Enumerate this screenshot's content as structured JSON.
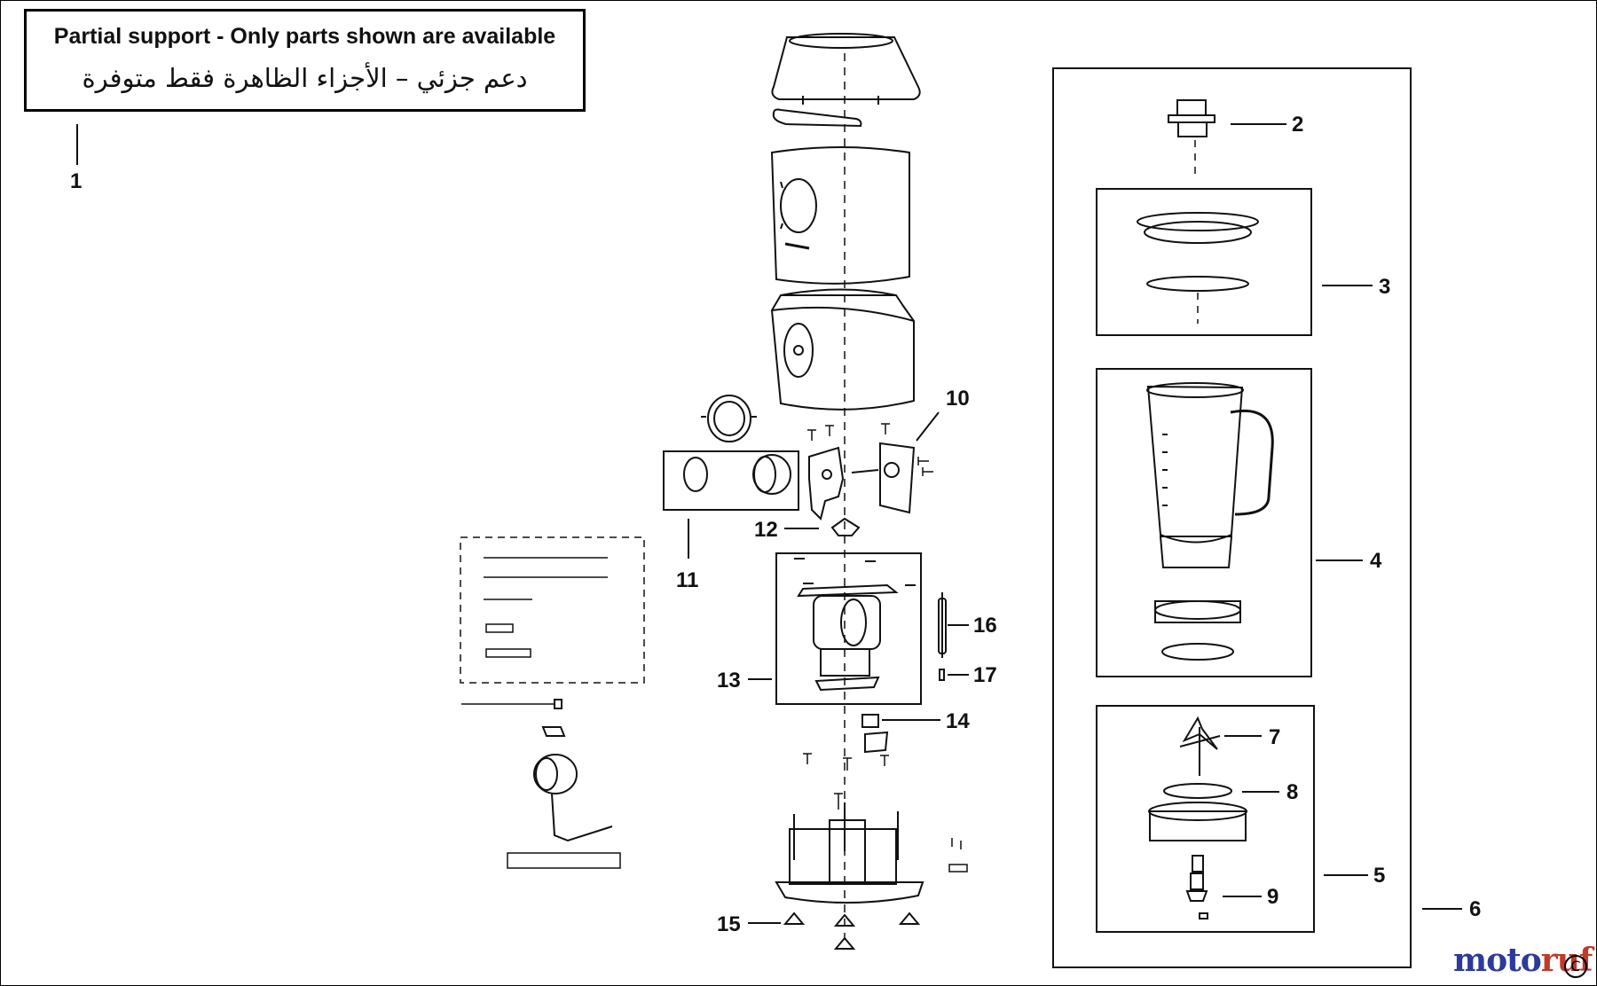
{
  "notice": {
    "line_en": "Partial support - Only parts shown are available",
    "line_ar": "دعم جزئي – الأجزاء الظاهرة فقط متوفرة"
  },
  "parts": [
    {
      "id": "part-1",
      "label": "1"
    },
    {
      "id": "part-2",
      "label": "2"
    },
    {
      "id": "part-3",
      "label": "3"
    },
    {
      "id": "part-4",
      "label": "4"
    },
    {
      "id": "part-5",
      "label": "5"
    },
    {
      "id": "part-6",
      "label": "6"
    },
    {
      "id": "part-7",
      "label": "7"
    },
    {
      "id": "part-8",
      "label": "8"
    },
    {
      "id": "part-9",
      "label": "9"
    },
    {
      "id": "part-10",
      "label": "10"
    },
    {
      "id": "part-11",
      "label": "11"
    },
    {
      "id": "part-12",
      "label": "12"
    },
    {
      "id": "part-13",
      "label": "13"
    },
    {
      "id": "part-14",
      "label": "14"
    },
    {
      "id": "part-15",
      "label": "15"
    },
    {
      "id": "part-16",
      "label": "16"
    },
    {
      "id": "part-17",
      "label": "17"
    }
  ],
  "watermark": {
    "text_a": "moto",
    "text_b": "ruf",
    "mark": "C"
  },
  "colors": {
    "line": "#111111",
    "brand_blue": "#2b3a9b",
    "brand_red": "#c0392b"
  }
}
